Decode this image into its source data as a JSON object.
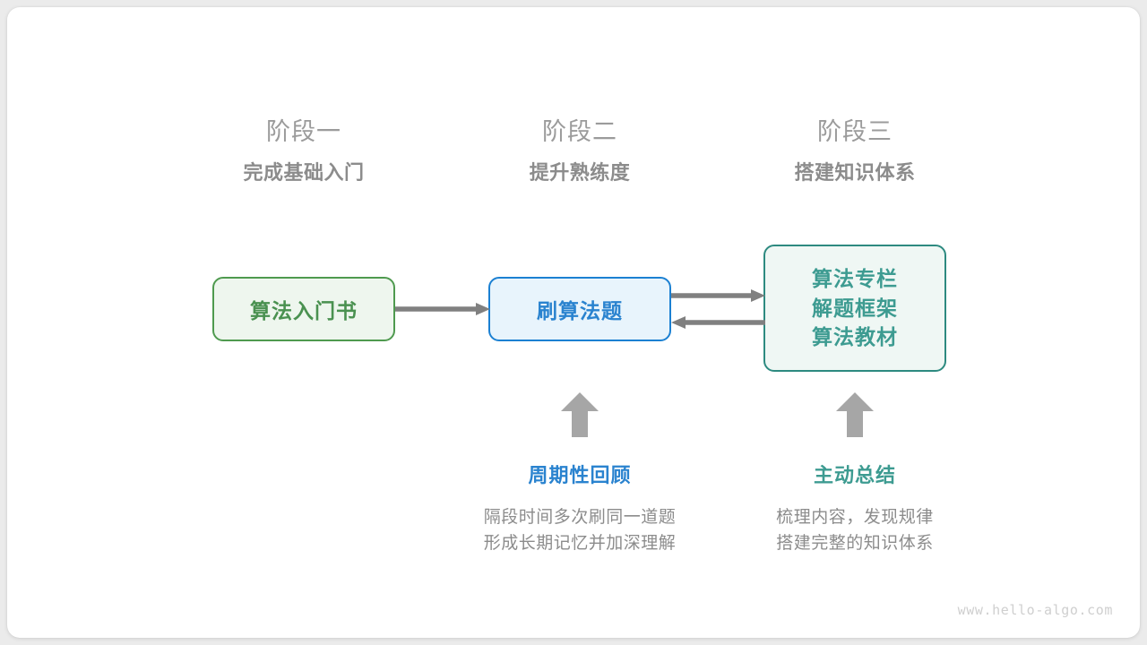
{
  "stages": [
    {
      "name": "阶段一",
      "subtitle": "完成基础入门"
    },
    {
      "name": "阶段二",
      "subtitle": "提升熟练度"
    },
    {
      "name": "阶段三",
      "subtitle": "搭建知识体系"
    }
  ],
  "nodes": {
    "book": {
      "label": "算法入门书",
      "border_color": "#4f9a4f",
      "fill_color": "#eef6ee",
      "text_color": "#4a9150"
    },
    "practice": {
      "label": "刷算法题",
      "border_color": "#1b80d2",
      "fill_color": "#e8f4fc",
      "text_color": "#2a83cf"
    },
    "resources": {
      "lines": [
        "算法专栏",
        "解题框架",
        "算法教材"
      ],
      "border_color": "#2d8a80",
      "fill_color": "#eff7f4",
      "text_color": "#3d9b91"
    }
  },
  "arrows": {
    "color": "#808080",
    "book_to_practice": "arrow-right-icon",
    "practice_to_resources": "arrow-right-icon",
    "resources_to_practice": "arrow-left-icon",
    "review_up": "arrow-up-icon",
    "summary_up": "arrow-up-icon"
  },
  "annotations": [
    {
      "title": "周期性回顾",
      "title_color": "#2a83cf",
      "lines": [
        "隔段时间多次刷同一道题",
        "形成长期记忆并加深理解"
      ]
    },
    {
      "title": "主动总结",
      "title_color": "#3d9b91",
      "lines": [
        "梳理内容，发现规律",
        "搭建完整的知识体系"
      ]
    }
  ],
  "watermark": "www.hello-algo.com"
}
